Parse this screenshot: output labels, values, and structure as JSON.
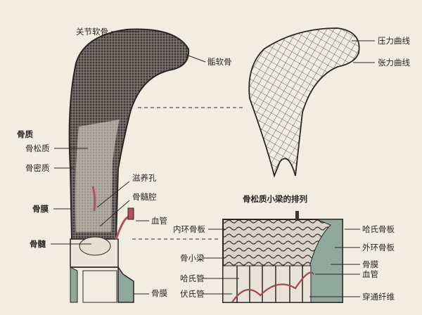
{
  "femur_labels": {
    "articular_cartilage": "关节软骨",
    "epiphyseal_cartilage": "骺软骨",
    "bone_substance": "骨质",
    "spongy_bone": "骨松质",
    "compact_bone": "骨密质",
    "nutrient_foramen": "滋养孔",
    "medullary_cavity": "骨髓腔",
    "periosteum": "骨膜",
    "blood_vessel": "血管",
    "bone_marrow": "骨髓",
    "periosteum_bottom": "骨膜"
  },
  "trajectory_labels": {
    "compression_curve": "压力曲线",
    "tension_curve": "张力曲线"
  },
  "detail": {
    "title": "骨松质小梁的排列",
    "inner_circumferential_lamellae": "内环骨板",
    "haversian_lamellae": "哈氏骨板",
    "outer_circumferential_lamellae": "外环骨板",
    "trabecula": "骨小梁",
    "periosteum": "骨膜",
    "blood_vessel": "血管",
    "haversian_canal": "哈氏管",
    "volkmann_canal": "伏氏管",
    "perforating_fibers": "穿通纤维"
  },
  "colors": {
    "background": "#f3ece1",
    "ink": "#2a2624",
    "periosteum": "#8fa89a",
    "vessel": "#b4505a"
  }
}
